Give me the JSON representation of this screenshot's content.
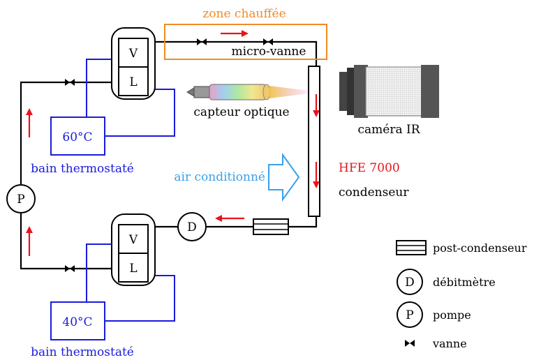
{
  "labels": {
    "heated_zone": "zone chauffée",
    "micro_valve": "micro-vanne",
    "optical_sensor": "capteur optique",
    "ir_camera": "caméra IR",
    "fluid": "HFE 7000",
    "condenser": "condenseur",
    "air": "air conditionné",
    "bath_top_temp": "60°C",
    "bath_bottom_temp": "40°C",
    "bath_top_label": "bain thermostaté",
    "bath_bottom_label": "bain thermostaté",
    "vapor_top": "V",
    "liquid_top": "L",
    "vapor_bottom": "V",
    "liquid_bottom": "L",
    "pump_symbol": "P",
    "flowmeter_symbol": "D"
  },
  "legend": {
    "post_condenser": "post-condenseur",
    "flowmeter_symbol": "D",
    "flowmeter": "débitmètre",
    "pump_symbol": "P",
    "pump": "pompe",
    "valve": "vanne"
  },
  "colors": {
    "heated_zone": "#f08a24",
    "fluid": "#e8141c",
    "air": "#3aa0e8",
    "bath": "#1a1adc",
    "arrow": "#e8141c",
    "pipe": "#000000"
  }
}
